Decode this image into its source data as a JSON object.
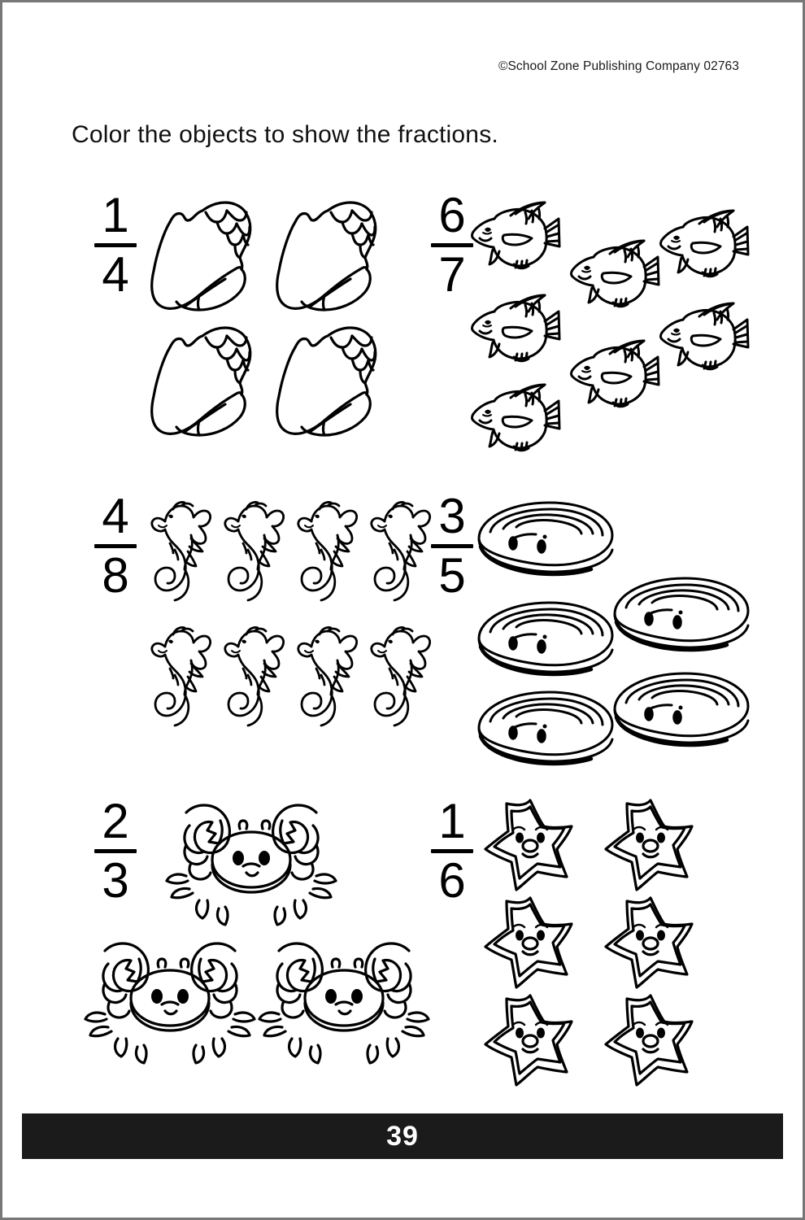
{
  "page": {
    "title": "Color the objects to show the fractions.",
    "copyright": "©School Zone Publishing Company  02763",
    "page_number": "39",
    "ink_color": "#000000",
    "footer_bar_color": "#1b1b1b",
    "border_color": "#777777"
  },
  "exercises": [
    {
      "id": "exercise-1",
      "fraction": {
        "numerator": "1",
        "denominator": "4"
      },
      "object": "shell",
      "object_label": "conch-shell",
      "count": 4,
      "layout": "2x2 grid"
    },
    {
      "id": "exercise-2",
      "fraction": {
        "numerator": "6",
        "denominator": "7"
      },
      "object": "fish",
      "object_label": "tropical-fish",
      "count": 7,
      "layout": "staggered cluster"
    },
    {
      "id": "exercise-3",
      "fraction": {
        "numerator": "4",
        "denominator": "8"
      },
      "object": "seahorse",
      "object_label": "seahorse",
      "count": 8,
      "layout": "2 rows of 4"
    },
    {
      "id": "exercise-4",
      "fraction": {
        "numerator": "3",
        "denominator": "5"
      },
      "object": "clam",
      "object_label": "clam-shell",
      "count": 5,
      "layout": "staggered cluster"
    },
    {
      "id": "exercise-5",
      "fraction": {
        "numerator": "2",
        "denominator": "3"
      },
      "object": "crab",
      "object_label": "crab",
      "count": 3,
      "layout": "1 top centered, 2 bottom"
    },
    {
      "id": "exercise-6",
      "fraction": {
        "numerator": "1",
        "denominator": "6"
      },
      "object": "starfish",
      "object_label": "starfish",
      "count": 6,
      "layout": "3 rows of 2"
    }
  ]
}
